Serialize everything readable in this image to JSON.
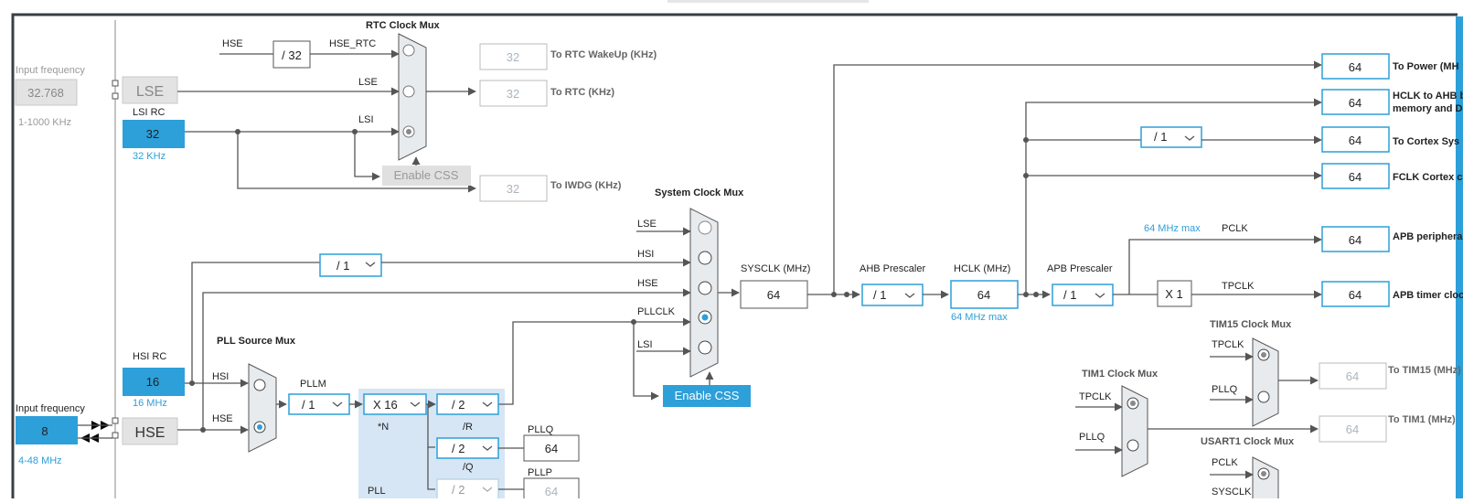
{
  "colors": {
    "accent": "#2d9fd9",
    "pll_bg": "#d6e6f5",
    "mux": "#e8ebee",
    "disabled": "#e0e0e0"
  },
  "left": {
    "lse_input_label": "Input frequency",
    "lse_input_value": "32.768",
    "lse_range": "1-1000 KHz",
    "lse_label": "LSE",
    "lsi_rc_label": "LSI RC",
    "lsi_value": "32",
    "lsi_unit": "32 KHz",
    "hsi_rc_label": "HSI RC",
    "hsi_value": "16",
    "hsi_unit": "16 MHz",
    "hse_input_label": "Input frequency",
    "hse_input_value": "8",
    "hse_range": "4-48 MHz",
    "hse_label": "HSE"
  },
  "rtc": {
    "mux_title": "RTC Clock Mux",
    "hse_label": "HSE",
    "div32": "/ 32",
    "hse_rtc_label": "HSE_RTC",
    "lse_label": "LSE",
    "lsi_label": "LSI",
    "enable_css": "Enable CSS",
    "wakeup_value": "32",
    "wakeup_label": "To RTC WakeUp (KHz)",
    "rtc_value": "32",
    "rtc_label": "To RTC (KHz)",
    "iwdg_value": "32",
    "iwdg_label": "To IWDG (KHz)"
  },
  "sys": {
    "mux_title": "System Clock Mux",
    "lse": "LSE",
    "hsi": "HSI",
    "hse": "HSE",
    "pllclk": "PLLCLK",
    "lsi": "LSI",
    "enable_css": "Enable CSS",
    "hsi_div": "/ 1",
    "sysclk_label": "SYSCLK (MHz)",
    "sysclk_value": "64",
    "ahb_label": "AHB Prescaler",
    "ahb_value": "/ 1",
    "hclk_label": "HCLK (MHz)",
    "hclk_value": "64",
    "hclk_max": "64 MHz max",
    "apb_label": "APB Prescaler",
    "apb_value": "/ 1",
    "pclk_max": "64 MHz max",
    "pclk_label": "PCLK",
    "x1": "X 1",
    "tpclk_label": "TPCLK",
    "cortex_div": "/ 1"
  },
  "pll": {
    "source_mux_title": "PLL Source Mux",
    "hsi": "HSI",
    "hse": "HSE",
    "pllm_label": "PLLM",
    "pllm_value": "/ 1",
    "n_value": "X 16",
    "n_label": "*N",
    "r_value": "/ 2",
    "r_label": "/R",
    "q_value": "/ 2",
    "q_label": "/Q",
    "p_value": "/ 2",
    "pll_label": "PLL",
    "pllq_label": "PLLQ",
    "pllq_value": "64",
    "pllp_label": "PLLP",
    "pllp_value": "64"
  },
  "outputs": [
    {
      "value": "64",
      "label": "To Power (MH"
    },
    {
      "value": "64",
      "label": "HCLK to AHB b",
      "label2": "memory and D"
    },
    {
      "value": "64",
      "label": "To Cortex Sys"
    },
    {
      "value": "64",
      "label": "FCLK Cortex c"
    },
    {
      "value": "64",
      "label": "APB periphera"
    },
    {
      "value": "64",
      "label": "APB timer cloc"
    }
  ],
  "tim": {
    "tim15_title": "TIM15 Clock Mux",
    "tim15_tpclk": "TPCLK",
    "tim15_pllq": "PLLQ",
    "tim15_value": "64",
    "tim15_label": "To TIM15 (MHz)",
    "tim1_title": "TIM1 Clock Mux",
    "tim1_tpclk": "TPCLK",
    "tim1_pllq": "PLLQ",
    "tim1_value": "64",
    "tim1_label": "To TIM1 (MHz)",
    "usart1_title": "USART1 Clock Mux",
    "usart1_pclk": "PCLK",
    "usart1_sysclk": "SYSCLK"
  }
}
